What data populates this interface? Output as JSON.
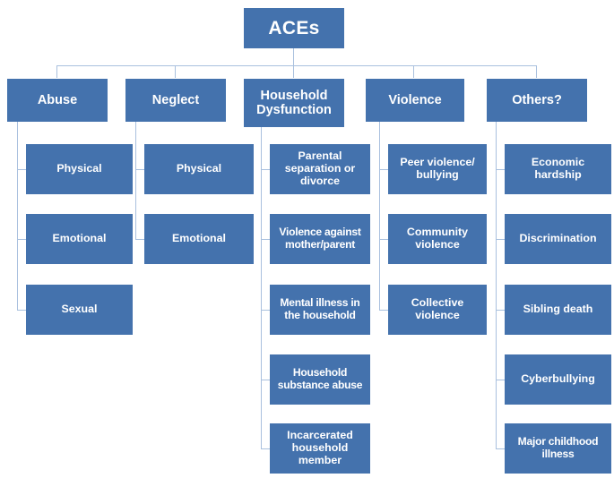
{
  "diagram": {
    "title": "ACEs",
    "type": "hierarchy-tree",
    "colors": {
      "node_fill": "#4472ad",
      "node_text": "#ffffff",
      "connector": "#a9c0de",
      "background": "#ffffff"
    },
    "root": {
      "label": "ACEs"
    },
    "categories": [
      {
        "id": "abuse",
        "label": "Abuse",
        "children": [
          {
            "label": "Physical"
          },
          {
            "label": "Emotional"
          },
          {
            "label": "Sexual"
          }
        ]
      },
      {
        "id": "neglect",
        "label": "Neglect",
        "children": [
          {
            "label": "Physical"
          },
          {
            "label": "Emotional"
          }
        ]
      },
      {
        "id": "household-dysfunction",
        "label": "Household Dysfunction",
        "label_lines": [
          "Household",
          "Dysfunction"
        ],
        "children": [
          {
            "label": "Parental separation or divorce",
            "lines": [
              "Parental",
              "separation or",
              "divorce"
            ]
          },
          {
            "label": "Violence against mother/parent",
            "lines": [
              "Violence against",
              "mother/parent"
            ]
          },
          {
            "label": "Mental illness in the household",
            "lines": [
              "Mental illness in",
              "the household"
            ]
          },
          {
            "label": "Household substance abuse",
            "lines": [
              "Household",
              "substance abuse"
            ]
          },
          {
            "label": "Incarcerated household member",
            "lines": [
              "Incarcerated",
              "household",
              "member"
            ]
          }
        ]
      },
      {
        "id": "violence",
        "label": "Violence",
        "children": [
          {
            "label": "Peer violence/ bullying",
            "lines": [
              "Peer violence/",
              "bullying"
            ]
          },
          {
            "label": "Community violence",
            "lines": [
              "Community",
              "violence"
            ]
          },
          {
            "label": "Collective violence",
            "lines": [
              "Collective",
              "violence"
            ]
          }
        ]
      },
      {
        "id": "others",
        "label": "Others?",
        "children": [
          {
            "label": "Economic hardship",
            "lines": [
              "Economic",
              "hardship"
            ]
          },
          {
            "label": "Discrimination"
          },
          {
            "label": "Sibling death"
          },
          {
            "label": "Cyberbullying"
          },
          {
            "label": "Major childhood illness",
            "lines": [
              "Major childhood",
              "illness"
            ]
          }
        ]
      }
    ]
  }
}
